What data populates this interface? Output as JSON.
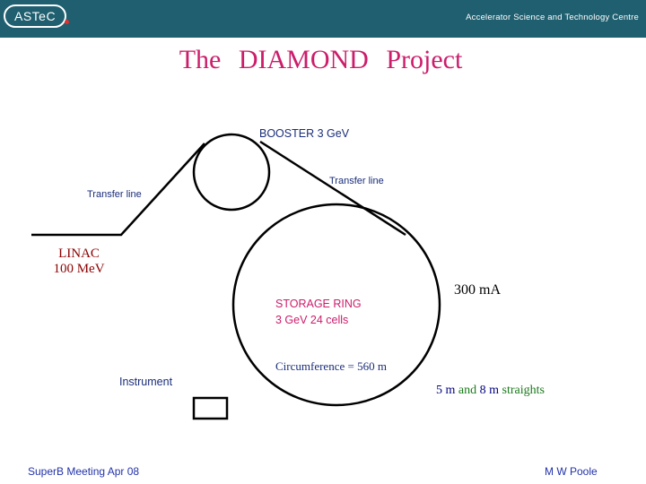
{
  "header": {
    "logo_text": "ASTeC",
    "title": "Accelerator Science and Technology Centre"
  },
  "slide": {
    "title": "The   DIAMOND   Project"
  },
  "diagram": {
    "booster": "BOOSTER 3 GeV",
    "transfer_line_right": "Transfer line",
    "transfer_line_left": "Transfer line",
    "linac": [
      "LINAC",
      "100 MeV"
    ],
    "storage_ring": [
      "STORAGE RING",
      "3 GeV   24 cells"
    ],
    "current": "300 mA",
    "circumference": "Circumference = 560 m",
    "instrument": "Instrument",
    "straights": {
      "part1": "5 m ",
      "and": "and",
      "part2": " 8 m ",
      "word": "straights"
    }
  },
  "footer": {
    "left": "SuperB Meeting  Apr 08",
    "right": "M W Poole"
  },
  "colors": {
    "header_bg": "#1f5f6f",
    "title": "#cc1d6b",
    "navy": "#1a2d7a",
    "dark_red": "#8b0000",
    "green": "#1a7a1a",
    "footer": "#2233aa"
  }
}
